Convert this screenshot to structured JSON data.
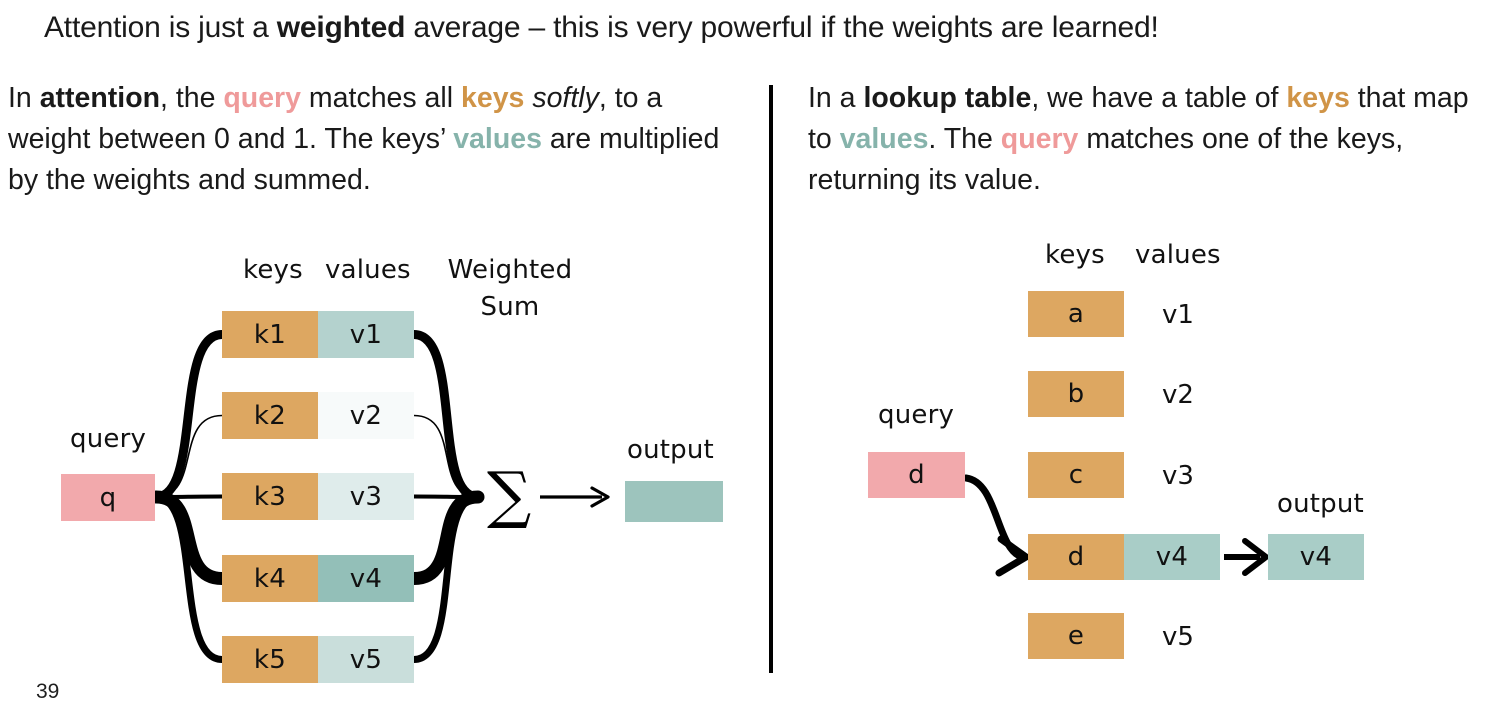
{
  "slide": {
    "title_parts": [
      {
        "text": "Attention is just a ",
        "style": "normal"
      },
      {
        "text": "weighted",
        "style": "bold"
      },
      {
        "text": " average – this is very powerful if the weights are learned!",
        "style": "normal"
      }
    ],
    "title_plain": "Attention is just a weighted average – this is very powerful if the weights are learned!",
    "page_number": "39"
  },
  "colors": {
    "key_orange": "#dda761",
    "query_pink": "#f2a9ac",
    "value_teal_full": "#93bfb8",
    "value_teal_mid": "#b4d2ce",
    "value_teal_light": "#cfe1de",
    "value_teal_faint": "#e0ebe9",
    "value_teal_near_white": "#f7fafa",
    "output_teal": "#9dc4bd",
    "keyword_query": "#ef9a9a",
    "keyword_keys": "#d09447",
    "keyword_values": "#86b3ab",
    "text_black": "#1a1a1a",
    "divider": "#000000"
  },
  "left": {
    "paragraph_plain": "In attention, the query matches all keys softly, to a weight between 0 and 1. The keys’ values are multiplied by the weights and summed.",
    "paragraph_parts": [
      {
        "text": "In ",
        "style": "normal"
      },
      {
        "text": "attention",
        "style": "bold"
      },
      {
        "text": ", the ",
        "style": "normal"
      },
      {
        "text": "query",
        "style": "kw-query"
      },
      {
        "text": " matches all ",
        "style": "normal"
      },
      {
        "text": "keys",
        "style": "kw-keys"
      },
      {
        "text": " ",
        "style": "normal"
      },
      {
        "text": "softly",
        "style": "italic"
      },
      {
        "text": ", to a weight between 0 and 1. The keys’ ",
        "style": "normal"
      },
      {
        "text": "values",
        "style": "kw-values"
      },
      {
        "text": " are multiplied by the weights and summed.",
        "style": "normal"
      }
    ],
    "diagram": {
      "header_keys": "keys",
      "header_values": "values",
      "header_weighted_sum_line1": "Weighted",
      "header_weighted_sum_line2": "Sum",
      "query_label": "query",
      "query_value": "q",
      "output_label": "output",
      "output_value": "",
      "sigma_symbol": "∑",
      "rows": [
        {
          "key": "k1",
          "value": "v1",
          "weight": 0.26,
          "value_fill": "#b4d2ce",
          "edge_width": 9
        },
        {
          "key": "k2",
          "value": "v2",
          "weight": 0.02,
          "value_fill": "#f7fafa",
          "edge_width": 1.6
        },
        {
          "key": "k3",
          "value": "v3",
          "weight": 0.1,
          "value_fill": "#dfeceb",
          "edge_width": 4
        },
        {
          "key": "k4",
          "value": "v4",
          "weight": 0.45,
          "value_fill": "#93bfb8",
          "edge_width": 13
        },
        {
          "key": "k5",
          "value": "v5",
          "weight": 0.17,
          "value_fill": "#c9dedb",
          "edge_width": 7
        }
      ]
    }
  },
  "right": {
    "paragraph_plain": "In a lookup table, we have a table of keys that map to values. The query matches one of the keys, returning its value.",
    "paragraph_parts": [
      {
        "text": "In a ",
        "style": "normal"
      },
      {
        "text": "lookup table",
        "style": "bold"
      },
      {
        "text": ", we have a table of ",
        "style": "normal"
      },
      {
        "text": "keys",
        "style": "kw-keys"
      },
      {
        "text": " that map to ",
        "style": "normal"
      },
      {
        "text": "values",
        "style": "kw-values"
      },
      {
        "text": ". The ",
        "style": "normal"
      },
      {
        "text": "query",
        "style": "kw-query"
      },
      {
        "text": " matches one of the keys, returning its value.",
        "style": "normal"
      }
    ],
    "diagram": {
      "header_keys": "keys",
      "header_values": "values",
      "query_label": "query",
      "query_value": "d",
      "output_label": "output",
      "output_value": "v4",
      "matched_key": "d",
      "matched_value": "v4",
      "rows": [
        {
          "key": "a",
          "value": "v1",
          "matched": false
        },
        {
          "key": "b",
          "value": "v2",
          "matched": false
        },
        {
          "key": "c",
          "value": "v3",
          "matched": false
        },
        {
          "key": "d",
          "value": "v4",
          "matched": true
        },
        {
          "key": "e",
          "value": "v5",
          "matched": false
        }
      ]
    }
  }
}
